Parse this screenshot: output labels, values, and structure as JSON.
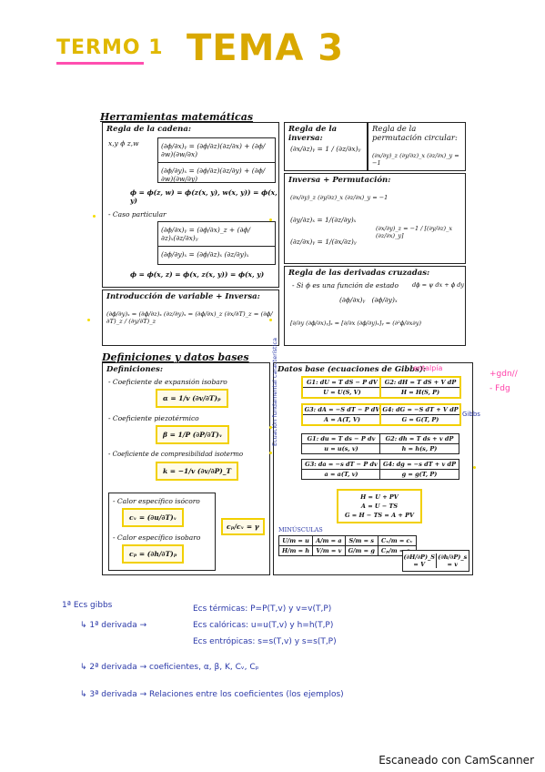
{
  "header": {
    "left_label": "TERMO 1",
    "right_label": "TEMA 3"
  },
  "math_tools": {
    "section_title": "Herramientas matemáticas",
    "chain_rule": {
      "title": "Regla de la cadena:",
      "composite": "ϕ = ϕ(z, w) = ϕ(z(x, y), w(x, y)) = ϕ(x, y)",
      "particular_title": "- Caso particular",
      "particular_composite": "ϕ = ϕ(x, z) = ϕ(x, z(x, y)) = ϕ(x, y)"
    },
    "inverse_rule": {
      "title": "Regla de la inversa:",
      "formula": "(∂x/∂z)ᵧ = 1 / (∂z/∂x)ᵧ"
    },
    "circular_rule": {
      "title": "Regla de la permutación circular:",
      "formula": "(∂x/∂y)_z (∂y/∂z)_x (∂z/∂x)_y = −1"
    },
    "inverse_perm": {
      "title": "Inversa + Permutación:",
      "formula1": "(∂x/∂y)_z (∂y/∂z)_x (∂z/∂x)_y = −1",
      "formula2": "(∂x/∂y)_z = −1 / [(∂y/∂z)_x (∂z/∂x)_y]"
    },
    "cross_rule": {
      "title": "Regla de las derivadas cruzadas:",
      "statement": "- Si ϕ es una función de estado",
      "differential": "dϕ = ψ dx + ϕ dy",
      "formula": "[∂/∂y (∂ϕ/∂x)ᵧ]ₓ = [∂/∂x (∂ϕ/∂y)ₓ]ᵧ = (∂²ϕ/∂x∂y)"
    },
    "variable_intro": {
      "title": "Introducción de variable + Inversa:",
      "formula": "(∂ϕ/∂y)ₓ = (∂ϕ/∂z)ₓ (∂z/∂y)ₓ = (∂ϕ/∂x)_z (∂x/∂T)_z = (∂ϕ/∂T)_z / (∂y/∂T)_z"
    }
  },
  "definitions": {
    "section_title": "Definiciones y datos bases",
    "box_title": "Definiciones:",
    "items": [
      {
        "label": "- Coeficiente de expansión isobaro",
        "formula": "α = 1/v (∂v/∂T)ₚ"
      },
      {
        "label": "- Coeficiente piezotérmico",
        "formula": "β = 1/P (∂P/∂T)ᵥ"
      },
      {
        "label": "- Coeficiente de compresibilidad isotermo",
        "formula": "k = −1/v (∂v/∂P)_T"
      },
      {
        "label": "- Calor específico isócoro",
        "formula": "cᵥ = (∂u/∂T)ᵥ"
      },
      {
        "label": "- Calor específico isobaro",
        "formula": "cₚ = (∂h/∂T)ₚ"
      }
    ],
    "gamma": "cₚ/cᵥ = γ"
  },
  "gibbs": {
    "title": "Datos base (ecuaciones de Gibbs):",
    "entalpia_note": "entalpía",
    "side_note": "Ecuación fundamental característica",
    "gibbs_note": "Gibbs",
    "upper": [
      {
        "eq": "G1: dU = T dS − P dV",
        "state": "U = U(S, V)"
      },
      {
        "eq": "G2: dH = T dS + V dP",
        "state": "H = H(S, P)"
      },
      {
        "eq": "G3: dA = −S dT − P dV",
        "state": "A = A(T, V)"
      },
      {
        "eq": "G4: dG = −S dT + V dP",
        "state": "G = G(T, P)"
      }
    ],
    "lower": [
      {
        "eq": "G1: du = T ds − P dv",
        "state": "u = u(s, v)"
      },
      {
        "eq": "G2: dh = T ds + v dP",
        "state": "h = h(s, P)"
      },
      {
        "eq": "G3: da = −s dT − P dv",
        "state": "a = a(T, v)"
      },
      {
        "eq": "G4: dg = −s dT + v dP",
        "state": "g = g(T, P)"
      }
    ],
    "relations": [
      "H = U + PV",
      "A = U − TS",
      "G = H − TS = A + PV"
    ],
    "minusculas_title": "MINÚSCULAS",
    "minusculas_row1": [
      "U/m = u",
      "A/m = a",
      "S/m = s",
      "Cᵥ/m = cᵥ"
    ],
    "minusculas_row2": [
      "H/m = h",
      "V/m = v",
      "G/m = g",
      "Cₚ/m = cₚ"
    ],
    "final_relations": [
      "(∂H/∂P)_S = V",
      "(∂h/∂P)_s = v"
    ]
  },
  "margin_notes": {
    "gdn": "+gdn//",
    "fdg": "- Fdg"
  },
  "handwritten": {
    "line1": "1ª Ecs gibbs",
    "line2": "↳ 1ª derivada →",
    "termicas": "Ecs térmicas: P=P(T,v) y v=v(T,P)",
    "caloricas": "Ecs calóricas: u=u(T,v) y h=h(T,P)",
    "entropicas": "Ecs entrópicas: s=s(T,v) y s=s(T,P)",
    "line3": "↳ 2ª derivada → coeficientes, α, β, K, Cᵥ, Cₚ",
    "line4": "↳ 3ª derivada → Relaciones entre los coeficientes (los ejemplos)"
  },
  "watermark": "Escaneado con CamScanner"
}
